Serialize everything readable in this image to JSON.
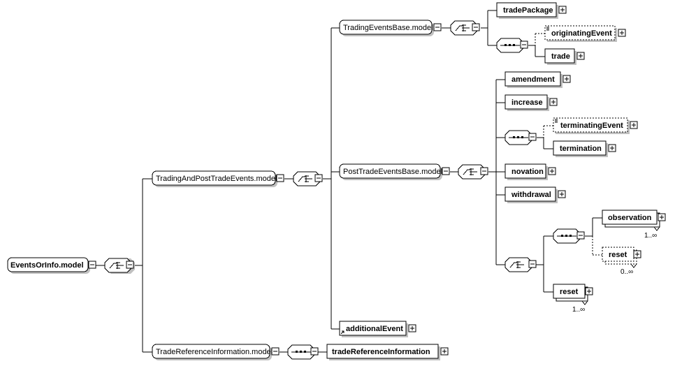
{
  "groups": {
    "events_or_info": "EventsOrInfo.model",
    "trading_and_post": "TradingAndPostTradeEvents.model",
    "trading_events_base": "TradingEventsBase.model",
    "post_trade_events_base": "PostTradeEventsBase.model",
    "trade_reference_information_model": "TradeReferenceInformation.model"
  },
  "elements": {
    "trade_package": "tradePackage",
    "originating_event": "originatingEvent",
    "trade": "trade",
    "amendment": "amendment",
    "increase": "increase",
    "terminating_event": "terminatingEvent",
    "termination": "termination",
    "novation": "novation",
    "withdrawal": "withdrawal",
    "observation": "observation",
    "reset_optional": "reset",
    "reset": "reset",
    "additional_event": "additionalEvent",
    "trade_reference_information": "tradeReferenceInformation"
  },
  "occurrences": {
    "observation": "1..∞",
    "reset_optional": "0..∞",
    "reset": "1..∞"
  }
}
